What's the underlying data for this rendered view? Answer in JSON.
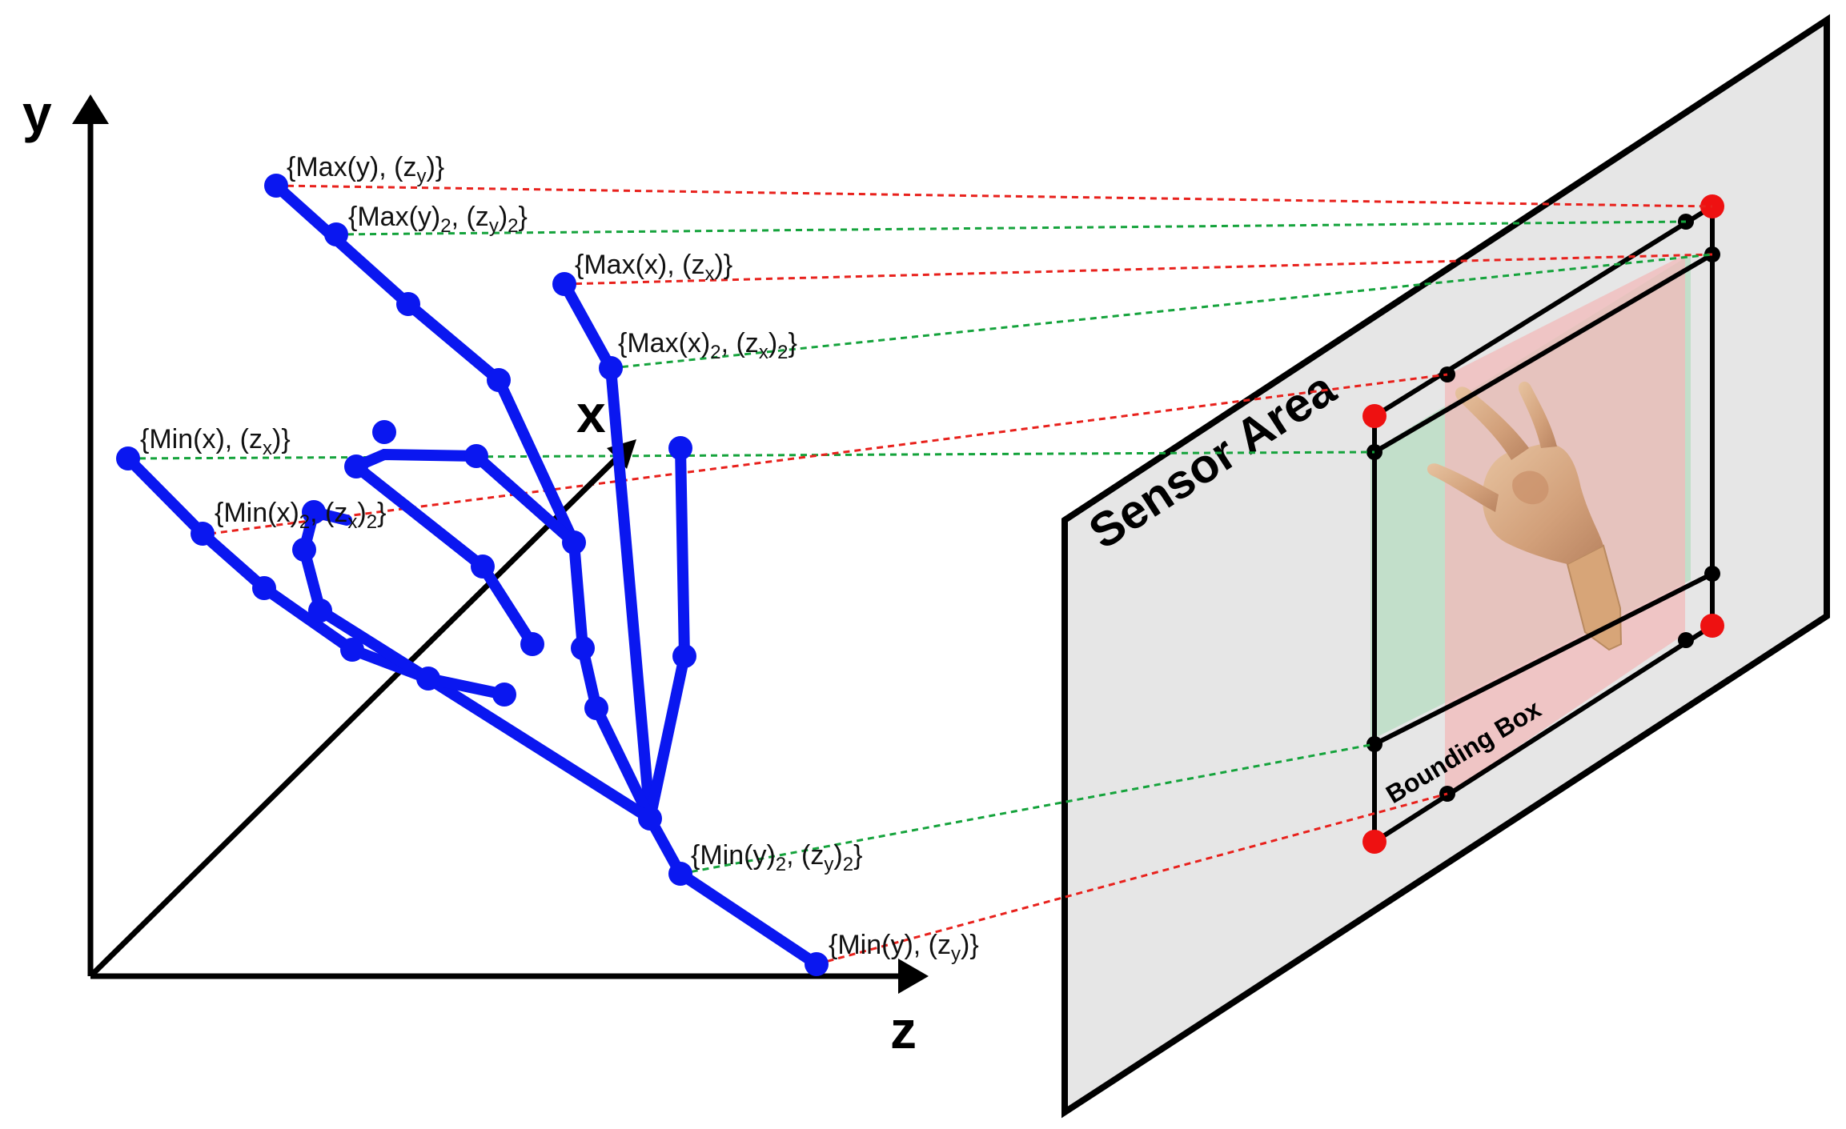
{
  "axes": {
    "y_label": "y",
    "x_label": "x",
    "z_label": "z"
  },
  "extremes": {
    "max_y": "{Max(y), (z_y)}",
    "max_y2": "{Max(y)_2, (z_y)_2}",
    "max_x": "{Max(x), (z_x)}",
    "max_x2": "{Max(x)_2, (z_x)_2}",
    "min_x": "{Min(x), (z_x)}",
    "min_x2": "{Min(x)_2, (z_x)_2}",
    "min_y2": "{Min(y)_2, (z_y)_2}",
    "min_y": "{Min(y), (z_y)}"
  },
  "sensor": {
    "title": "Sensor Area",
    "bounding_box_label": "Bounding Box"
  },
  "colors": {
    "skeleton": "#0a17f0",
    "primary_projection": "#e8211c",
    "secondary_projection": "#15a33c",
    "sensor_panel": "#e6e6e6"
  }
}
